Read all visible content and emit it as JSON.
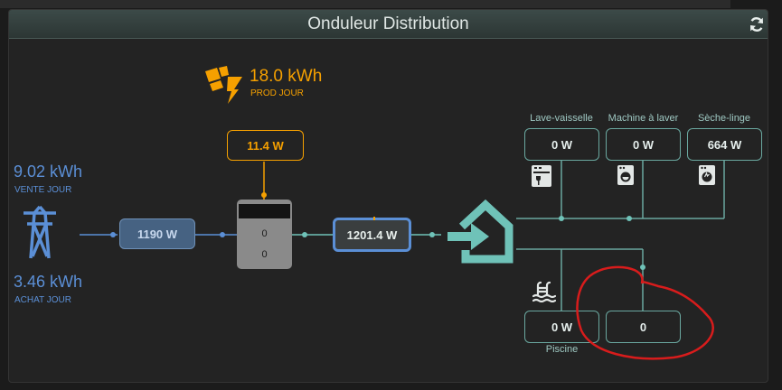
{
  "header": {
    "title": "Onduleur Distribution"
  },
  "production": {
    "value": "18.0 kWh",
    "label": "PROD JOUR"
  },
  "grid": {
    "sale_value": "9.02 kWh",
    "sale_label": "VENTE JOUR",
    "purchase_value": "3.46 kWh",
    "purchase_label": "ACHAT JOUR",
    "flow_value": "1190 W"
  },
  "solar": {
    "power": "11.4 W"
  },
  "battery": {
    "line1": "0",
    "line2": "0"
  },
  "house": {
    "flow_value": "1201.4 W"
  },
  "consumers": [
    {
      "label": "Lave-vaisselle",
      "value": "0 W",
      "icon": "dishwasher-icon"
    },
    {
      "label": "Machine à laver",
      "value": "0 W",
      "icon": "washing-machine-icon"
    },
    {
      "label": "Sèche-linge",
      "value": "664 W",
      "icon": "dryer-icon"
    }
  ],
  "pool": {
    "label": "Piscine",
    "value": "0 W",
    "icon": "pool-icon"
  },
  "extra": {
    "value": "0"
  },
  "colors": {
    "orange": "#f5a000",
    "blue": "#5b8fd6",
    "teal": "#6fc2b8",
    "annotation": "#d81c1c"
  }
}
